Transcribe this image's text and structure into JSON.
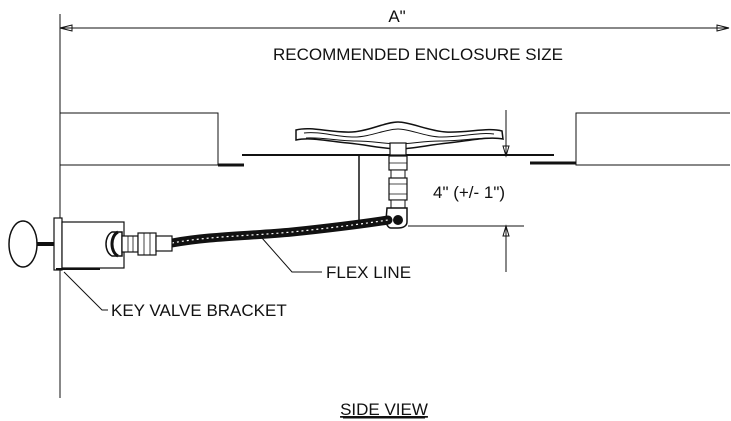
{
  "labels": {
    "dimension_width": "A\"",
    "enclosure_size": "RECOMMENDED ENCLOSURE SIZE",
    "height_dimension": "4\" (+/- 1\")",
    "flex_line": "FLEX LINE",
    "key_valve_bracket": "KEY VALVE BRACKET",
    "view_title": "SIDE VIEW"
  },
  "colors": {
    "line": "#111111",
    "background": "#ffffff"
  }
}
